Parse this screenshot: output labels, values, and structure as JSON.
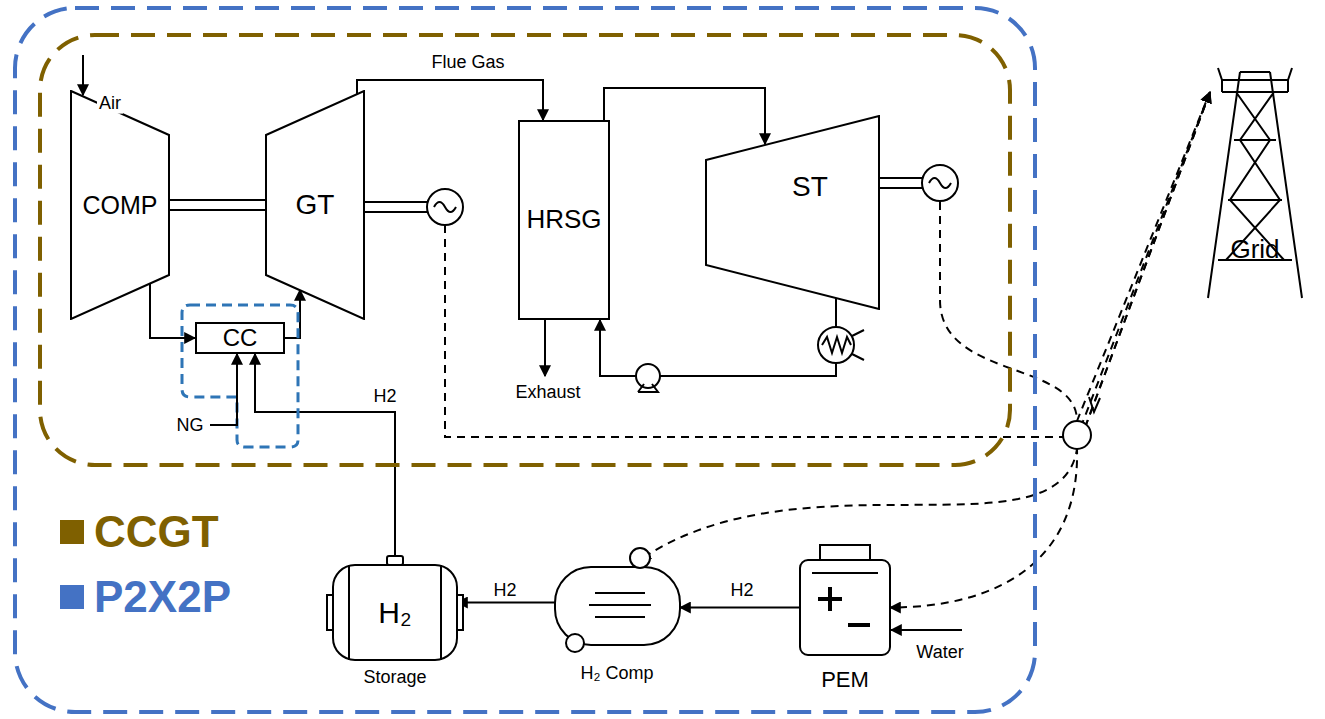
{
  "diagram": {
    "nodes": [
      {
        "text": [
          "COMP"
        ]
      },
      {
        "text": [
          "GT"
        ]
      },
      {
        "text": [
          "CC"
        ]
      },
      {
        "text": [
          "HRSG"
        ]
      },
      {
        "text": [
          "ST"
        ]
      },
      {
        "text": [
          "Grid"
        ]
      },
      {
        "text": [
          "H₂",
          "Storage"
        ]
      },
      {
        "text": [
          "H₂ Comp"
        ]
      },
      {
        "text": [
          "PEM"
        ]
      }
    ],
    "edges": [
      {
        "from": 0,
        "to": 1,
        "arrow": "none"
      },
      {
        "from": 0,
        "to": 2,
        "arrow": "to"
      },
      {
        "from": 2,
        "to": 1,
        "arrow": "to"
      },
      {
        "from": 1,
        "to": 3,
        "arrow": "to",
        "label": "Flue Gas"
      },
      {
        "from": 3,
        "to": 4,
        "arrow": "to"
      },
      {
        "from": 4,
        "to": 3,
        "arrow": "to"
      },
      {
        "from": 6,
        "to": 2,
        "arrow": "to",
        "label": "H2"
      },
      {
        "from": 7,
        "to": 6,
        "arrow": "to",
        "label": "H2"
      },
      {
        "from": 8,
        "to": 7,
        "arrow": "to",
        "label": "H2"
      },
      {
        "from": 1,
        "to": 5,
        "arrow": "to"
      },
      {
        "from": 4,
        "to": 5,
        "arrow": "to"
      },
      {
        "from": 5,
        "to": 7,
        "arrow": "to"
      },
      {
        "from": 5,
        "to": 8,
        "arrow": "to"
      }
    ],
    "labels": [
      "Air",
      "NG",
      "Exhaust",
      "Water"
    ],
    "legend": [
      {
        "text": "CCGT",
        "color": "#7F6000"
      },
      {
        "text": "P2X2P",
        "color": "#4472C4"
      }
    ]
  }
}
